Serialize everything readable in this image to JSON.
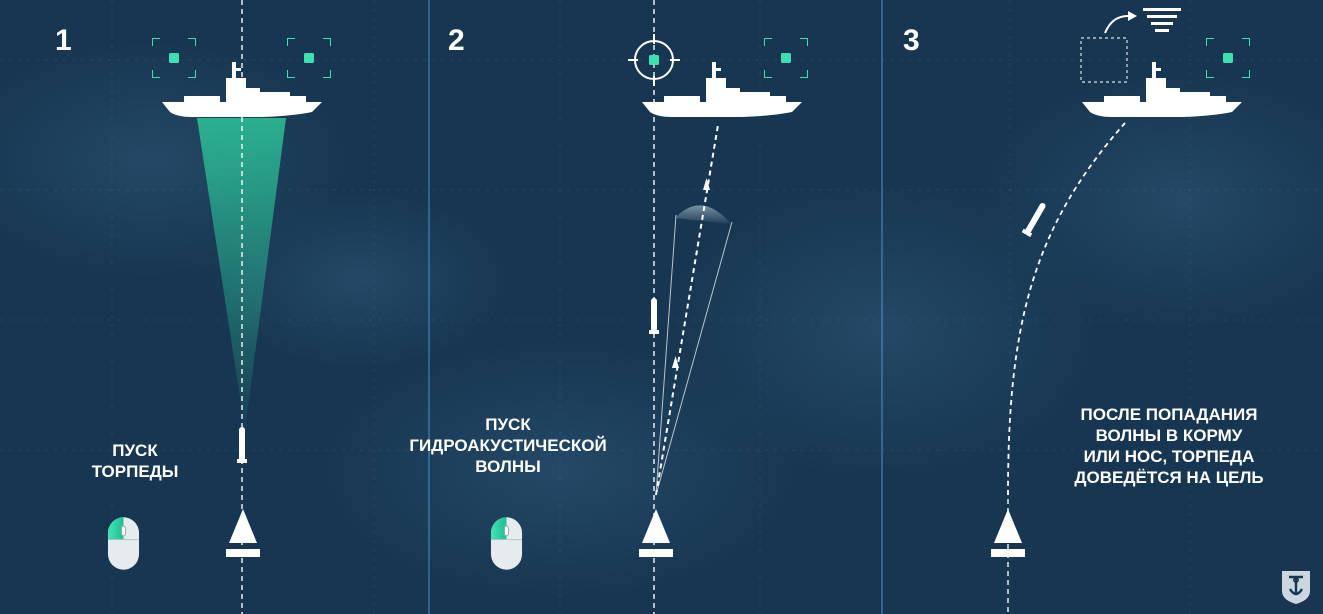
{
  "panels": [
    {
      "number": "1",
      "caption": [
        "ПУСК",
        "ТОРПЕДЫ"
      ]
    },
    {
      "number": "2",
      "caption": [
        "ПУСК",
        "ГИДРОАКУСТИЧЕСКОЙ",
        "ВОЛНЫ"
      ]
    },
    {
      "number": "3",
      "caption": [
        "ПОСЛЕ ПОПАДАНИЯ",
        "ВОЛНЫ В КОРМУ",
        "ИЛИ НОС, ТОРПЕДА",
        "ДОВЕДЁТСЯ НА ЦЕЛЬ"
      ]
    }
  ],
  "colors": {
    "background": "#173651",
    "accent": "#3fe0b0",
    "cone": "#2fd3a0",
    "lines": "#ffffff",
    "divider": "#4f9fd0"
  },
  "icons": {
    "ship": "warship-silhouette-icon",
    "submarine": "submarine-triangle-icon",
    "torpedo": "torpedo-icon",
    "mouse": "mouse-left-click-icon",
    "target": "crosshair-icon",
    "depth": "depth-levels-icon",
    "logo": "world-of-warships-logo"
  }
}
